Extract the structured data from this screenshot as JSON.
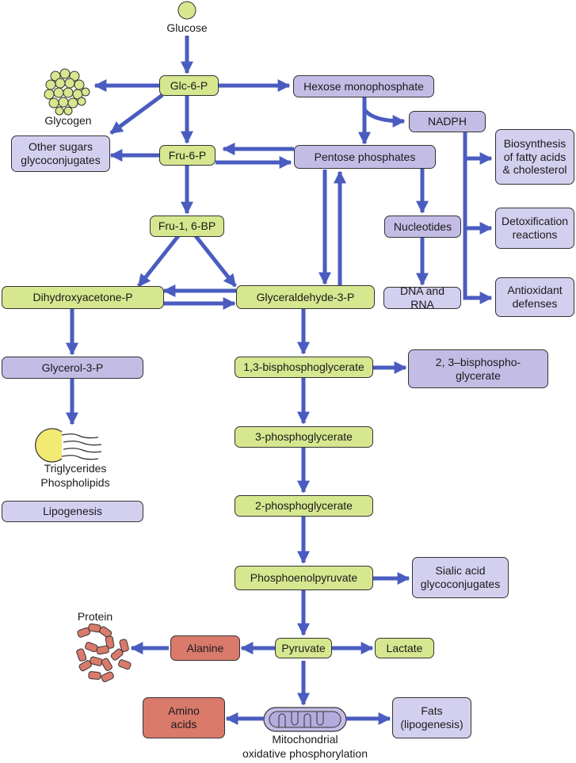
{
  "labels": {
    "glucose": "Glucose",
    "glycogen": "Glycogen",
    "protein": "Protein",
    "triglycerides": "Triglycerides\nPhospholipids",
    "mito": "Mitochondrial\noxidative phosphorylation"
  },
  "nodes": {
    "glc6p": "Glc-6-P",
    "hexose": "Hexose monophosphate",
    "nadph": "NADPH",
    "other_sugars": "Other sugars\nglycoconjugates",
    "fru6p": "Fru-6-P",
    "pentose": "Pentose phosphates",
    "biosynth": "Biosynthesis\nof fatty acids\n& cholesterol",
    "fru16bp": "Fru-1, 6-BP",
    "nucleotides": "Nucleotides",
    "detox": "Detoxification\nreactions",
    "dhap": "Dihydroxyacetone-P",
    "g3p": "Glyceraldehyde-3-P",
    "dna": "DNA and RNA",
    "antiox": "Antioxidant\ndefenses",
    "glycerol3p": "Glycerol-3-P",
    "bpg13": "1,3-bisphosphoglycerate",
    "bpg23": "2, 3–bisphospho-\nglycerate",
    "pg3": "3-phosphoglycerate",
    "lipogenesis": "Lipogenesis",
    "pg2": "2-phosphoglycerate",
    "pep": "Phosphoenolpyruvate",
    "sialic": "Sialic acid\nglycoconjugates",
    "alanine": "Alanine",
    "pyruvate": "Pyruvate",
    "lactate": "Lactate",
    "amino": "Amino\nacids",
    "fats": "Fats\n(lipogenesis)"
  },
  "colors": {
    "glycolysis": "#d6e78f",
    "other_pathway": "#c3bde6",
    "light_pathway": "#d3d0ef",
    "amino_red": "#d97a6b",
    "arrow": "#4a5cc0"
  }
}
